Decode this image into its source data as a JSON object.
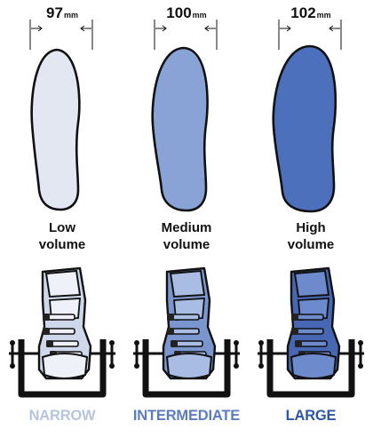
{
  "columns": [
    {
      "width_value": "97",
      "width_unit": "mm",
      "volume_line1": "Low",
      "volume_line2": "volume",
      "fit_label": "NARROW",
      "fill": "#e3e7f2",
      "label_color": "#b6c4e0",
      "boot_light": "#eef1f8",
      "boot_mid": "#cfd8ea"
    },
    {
      "width_value": "100",
      "width_unit": "mm",
      "volume_line1": "Medium",
      "volume_line2": "volume",
      "fit_label": "INTERMEDIATE",
      "fill": "#8aa3d6",
      "label_color": "#5b7cc4",
      "boot_light": "#a9bce3",
      "boot_mid": "#7b96cf"
    },
    {
      "width_value": "102",
      "width_unit": "mm",
      "volume_line1": "High",
      "volume_line2": "volume",
      "fit_label": "LARGE",
      "fill": "#4d70bd",
      "label_color": "#2f55ab",
      "boot_light": "#6d8bcc",
      "boot_mid": "#4867b3"
    }
  ]
}
